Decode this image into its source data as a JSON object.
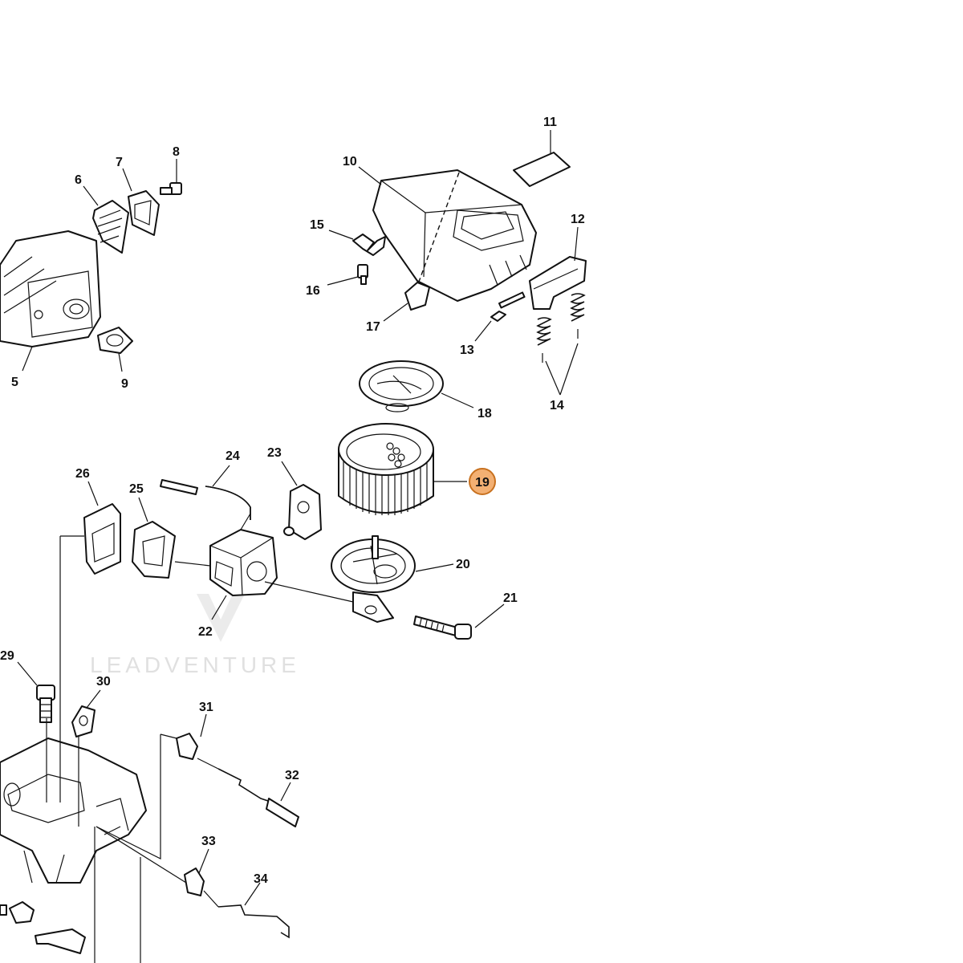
{
  "callouts": [
    {
      "id": "5",
      "text": "5"
    },
    {
      "id": "6",
      "text": "6"
    },
    {
      "id": "7",
      "text": "7"
    },
    {
      "id": "8",
      "text": "8"
    },
    {
      "id": "9",
      "text": "9"
    },
    {
      "id": "10",
      "text": "10"
    },
    {
      "id": "11",
      "text": "11"
    },
    {
      "id": "12",
      "text": "12"
    },
    {
      "id": "13",
      "text": "13"
    },
    {
      "id": "14",
      "text": "14"
    },
    {
      "id": "15",
      "text": "15"
    },
    {
      "id": "16",
      "text": "16"
    },
    {
      "id": "17",
      "text": "17"
    },
    {
      "id": "18",
      "text": "18"
    },
    {
      "id": "19",
      "text": "19",
      "highlighted": true
    },
    {
      "id": "20",
      "text": "20"
    },
    {
      "id": "21",
      "text": "21"
    },
    {
      "id": "22",
      "text": "22"
    },
    {
      "id": "23",
      "text": "23"
    },
    {
      "id": "24",
      "text": "24"
    },
    {
      "id": "25",
      "text": "25"
    },
    {
      "id": "26",
      "text": "26"
    },
    {
      "id": "29",
      "text": "29"
    },
    {
      "id": "30",
      "text": "30"
    },
    {
      "id": "31",
      "text": "31"
    },
    {
      "id": "32",
      "text": "32"
    },
    {
      "id": "33",
      "text": "33"
    },
    {
      "id": "34",
      "text": "34"
    }
  ],
  "watermark": "LEADVENTURE",
  "colors": {
    "highlight_fill": "#f3b073",
    "highlight_stroke": "#c8711f",
    "ink": "#111111"
  }
}
